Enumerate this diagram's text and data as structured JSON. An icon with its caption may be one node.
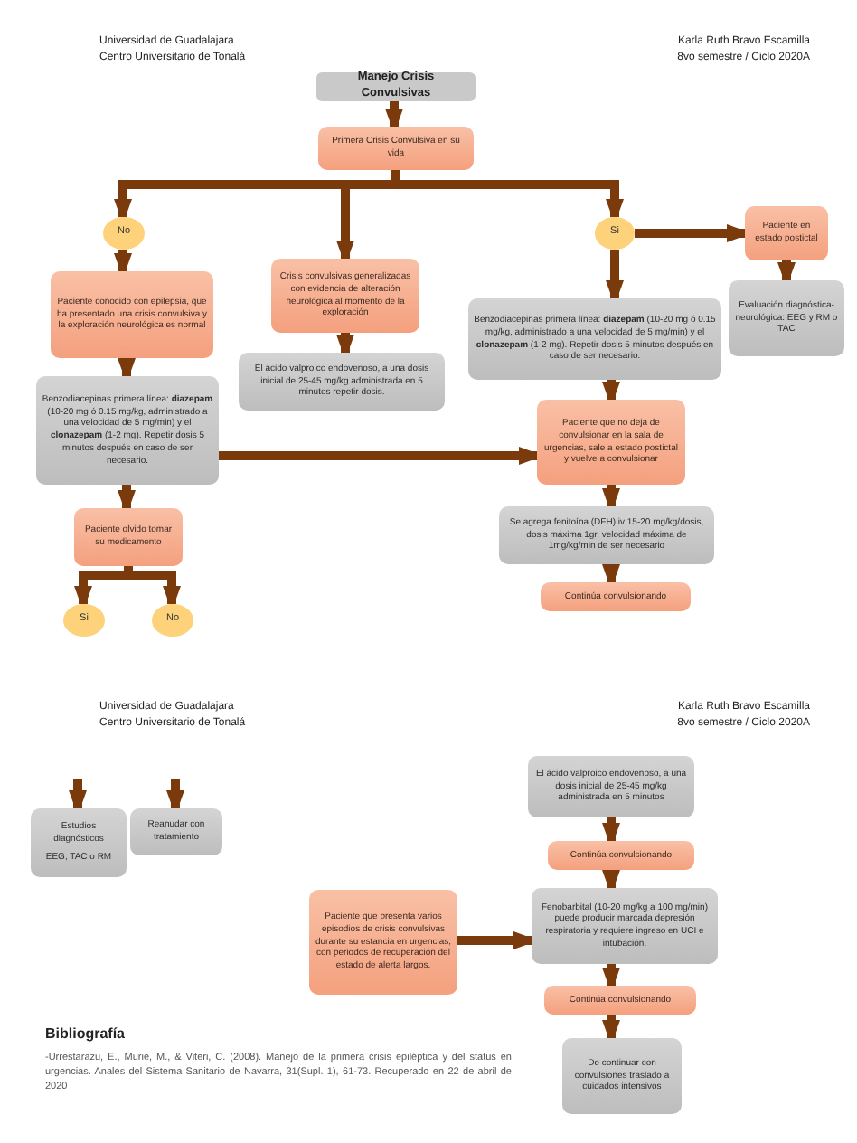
{
  "diagram": {
    "nodes": [
      {
        "text": [
          "Manejo Crisis Convulsivas"
        ]
      },
      {
        "text": [
          "Primera Crisis Convulsiva en su vida"
        ]
      },
      {
        "text": [
          "No"
        ]
      },
      {
        "text": [
          "Si"
        ]
      },
      {
        "text": [
          "Paciente en estado postictal"
        ]
      },
      {
        "text": [
          "Evaluación diagnóstica-neurológica: EEG y RM o TAC"
        ]
      },
      {
        "text": [
          "Paciente conocido con epilepsia, que ha presentado una crisis convulsiva y la exploración neurológica es normal"
        ]
      },
      {
        "text": [
          "Crisis convulsivas generalizadas con evidencia de alteración neurológica al momento de la exploración"
        ]
      },
      {
        "text": [
          "El ácido valproico endovenoso, a una dosis inicial de 25-45 mg/kg administrada en 5 minutos repetir dosis."
        ]
      },
      {
        "text": [
          "Benzodiacepinas primera línea: **diazepam** (10-20 mg ó 0.15 mg/kg, administrado a una velocidad de 5 mg/min) y el **clonazepam** (1-2 mg). Repetir dosis 5 minutos después en caso de ser necesario."
        ]
      },
      {
        "text": [
          "Benzodiacepinas primera línea: **diazepam** (10-20 mg ó 0.15 mg/kg, administrado a una velocidad de 5 mg/min) y el **clonazepam** (1-2 mg). Repetir dosis 5 minutos después en caso de ser necesario."
        ]
      },
      {
        "text": [
          "Paciente que no deja de convulsionar en la sala de urgencias, sale a estado postictal y vuelve a convulsionar"
        ]
      },
      {
        "text": [
          "Se agrega fenitoína (DFH) iv 15-20 mg/kg/dosis, dosis máxima 1gr. velocidad máxima de 1mg/kg/min de ser necesario"
        ]
      },
      {
        "text": [
          "Continúa convulsionando"
        ]
      },
      {
        "text": [
          "Paciente olvido tomar su medicamento"
        ]
      },
      {
        "text": [
          "Si"
        ]
      },
      {
        "text": [
          "No"
        ]
      },
      {
        "text": [
          "Estudios diagnósticos",
          "EEG, TAC o RM"
        ]
      },
      {
        "text": [
          "Reanudar con tratamiento"
        ]
      },
      {
        "text": [
          "El ácido valproico endovenoso, a una dosis inicial de 25-45 mg/kg administrada en 5 minutos"
        ]
      },
      {
        "text": [
          "Continúa convulsionando"
        ]
      },
      {
        "text": [
          "Paciente que presenta varios episodios de crisis convulsivas durante su estancia en urgencias, con periodos de recuperación del estado de alerta largos."
        ]
      },
      {
        "text": [
          "Fenobarbital (10-20 mg/kg a 100 mg/min) puede producir marcada depresión respiratoria y requiere ingreso en UCI e intubación."
        ]
      },
      {
        "text": [
          "Continúa convulsionando"
        ]
      },
      {
        "text": [
          "De continuar con convulsiones traslado a cuidados intensivos"
        ]
      }
    ],
    "edges": [
      {
        "from": 0,
        "to": 1,
        "arrow": "to"
      },
      {
        "from": 1,
        "to": 2,
        "arrow": "to"
      },
      {
        "from": 1,
        "to": 7,
        "arrow": "to"
      },
      {
        "from": 1,
        "to": 3,
        "arrow": "to"
      },
      {
        "from": 2,
        "to": 6,
        "arrow": "to"
      },
      {
        "from": 3,
        "to": 4,
        "arrow": "to"
      },
      {
        "from": 3,
        "to": 10,
        "arrow": "to"
      },
      {
        "from": 4,
        "to": 5,
        "arrow": "to"
      },
      {
        "from": 7,
        "to": 8,
        "arrow": "to"
      },
      {
        "from": 6,
        "to": 9,
        "arrow": "to"
      },
      {
        "from": 9,
        "to": 11,
        "arrow": "to"
      },
      {
        "from": 10,
        "to": 11,
        "arrow": "to"
      },
      {
        "from": 11,
        "to": 12,
        "arrow": "to"
      },
      {
        "from": 12,
        "to": 13,
        "arrow": "to"
      },
      {
        "from": 9,
        "to": 14,
        "arrow": "to"
      },
      {
        "from": 14,
        "to": 15,
        "arrow": "to"
      },
      {
        "from": 14,
        "to": 16,
        "arrow": "to"
      },
      {
        "from": null,
        "to": 17,
        "arrow": "to"
      },
      {
        "from": null,
        "to": 18,
        "arrow": "to"
      },
      {
        "from": 19,
        "to": 20,
        "arrow": "to"
      },
      {
        "from": 20,
        "to": 22,
        "arrow": "to"
      },
      {
        "from": 21,
        "to": 22,
        "arrow": "to"
      },
      {
        "from": 22,
        "to": 23,
        "arrow": "to"
      },
      {
        "from": 23,
        "to": 24,
        "arrow": "to"
      }
    ],
    "labels": [
      "Universidad de Guadalajara",
      "Centro Universitario de Tonalá",
      "Karla Ruth Bravo Escamilla",
      "8vo semestre / Ciclo 2020A",
      "Universidad de Guadalajara",
      "Centro Universitario de Tonalá",
      "Karla Ruth Bravo Escamilla",
      "8vo semestre / Ciclo 2020A",
      "Bibliografía",
      "-Urrestarazu, E., Murie, M., & Viteri, C. (2008). Manejo de la primera crisis epiléptica y del status en urgencias. Anales del Sistema Sanitario de Navarra, 31(Supl. 1), 61-73. Recuperado en 22 de abril de 2020"
    ]
  }
}
